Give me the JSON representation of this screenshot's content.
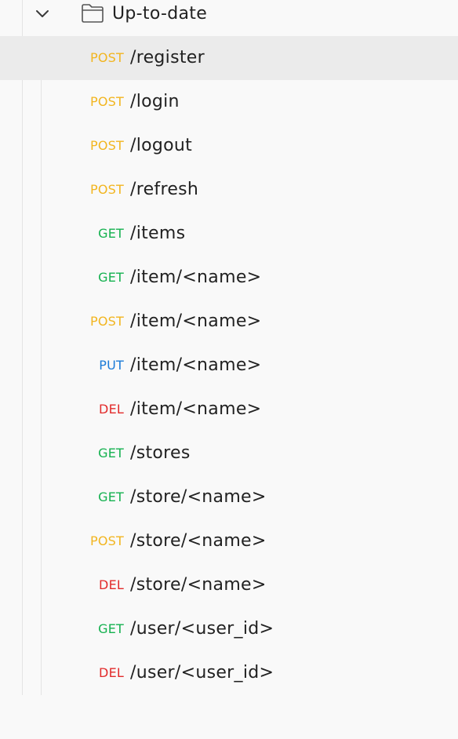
{
  "folder": {
    "name": "Up-to-date",
    "expanded": true,
    "chevron_icon": "chevron-down-icon",
    "folder_icon": "folder-icon"
  },
  "colors": {
    "POST": "#f2b51f",
    "GET": "#14b14f",
    "PUT": "#1b7bd8",
    "DEL": "#e22b2b"
  },
  "requests": [
    {
      "method": "POST",
      "path": "/register",
      "selected": true
    },
    {
      "method": "POST",
      "path": "/login"
    },
    {
      "method": "POST",
      "path": "/logout"
    },
    {
      "method": "POST",
      "path": "/refresh"
    },
    {
      "method": "GET",
      "path": "/items"
    },
    {
      "method": "GET",
      "path": "/item/<name>"
    },
    {
      "method": "POST",
      "path": "/item/<name>"
    },
    {
      "method": "PUT",
      "path": "/item/<name>"
    },
    {
      "method": "DEL",
      "path": "/item/<name>"
    },
    {
      "method": "GET",
      "path": "/stores"
    },
    {
      "method": "GET",
      "path": "/store/<name>"
    },
    {
      "method": "POST",
      "path": "/store/<name>"
    },
    {
      "method": "DEL",
      "path": "/store/<name>"
    },
    {
      "method": "GET",
      "path": "/user/<user_id>"
    },
    {
      "method": "DEL",
      "path": "/user/<user_id>"
    }
  ]
}
